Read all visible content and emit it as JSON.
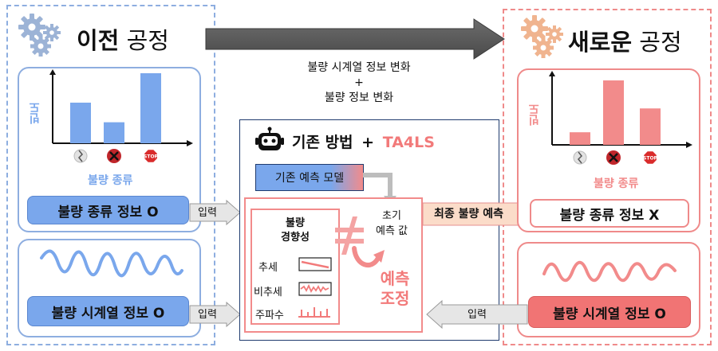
{
  "left": {
    "title_bold": "이전",
    "title_rest": "공정",
    "freq_label": "빈도",
    "type_label": "불량 종류",
    "type_info": "불량 종류 정보 O",
    "ts_info": "불량 시계열 정보 O",
    "input_label_1": "입력",
    "input_label_2": "입력",
    "bar_values": [
      0.58,
      0.3,
      1.0
    ],
    "stop_text": "STOP"
  },
  "right": {
    "title_bold": "새로운",
    "title_rest": "공정",
    "freq_label": "빈도",
    "type_label": "불량 종류",
    "type_info": "불량 종류 정보 X",
    "ts_info": "불량 시계열 정보 O",
    "input_label": "입력",
    "final_label": "최종 불량 예측",
    "bar_values": [
      0.18,
      0.92,
      0.52
    ],
    "stop_text": "STOP"
  },
  "top_arrow": {
    "line1": "불량 시계열 정보 변화",
    "plus": "+",
    "line2": "불량 정보 변화"
  },
  "center": {
    "title": "기존 방법",
    "plus": "+",
    "brand": "TA4LS",
    "model_label": "기존 예측 모델",
    "tendency_line1": "불량",
    "tendency_line2": "경향성",
    "trend": "추세",
    "nontrend": "비추세",
    "freq": "주파수",
    "initial_line1": "초기",
    "initial_line2": "예측 값",
    "adjust_line1": "예측",
    "adjust_line2": "조정"
  },
  "colors": {
    "blue": "#7aa7ec",
    "blue_dark": "#6a96e0",
    "red": "#f28b8b",
    "red_dark": "#e96b6b",
    "navy": "#1f3b6e",
    "gear_blue": "#9cb3d6",
    "gear_orange": "#f0b48f"
  }
}
